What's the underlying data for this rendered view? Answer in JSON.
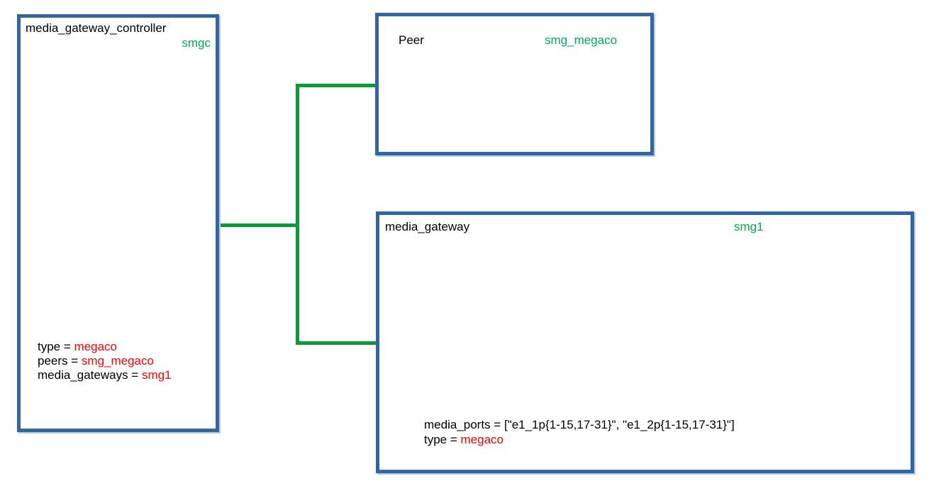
{
  "colors": {
    "box_border_blue": "#3465a0",
    "box_shadow_blue": "#b6cbe8",
    "connector_green": "#089c38",
    "instance_green": "#00ae50",
    "value_red": "#ff0000",
    "text_black": "#000000",
    "background": "#ffffff"
  },
  "mgc_box": {
    "title": "media_gateway_controller",
    "instance_label": "smgc",
    "properties": [
      {
        "key": "type = ",
        "value": "megaco"
      },
      {
        "key": "peers = ",
        "value": "smg_megaco"
      },
      {
        "key": "media_gateways = ",
        "value": "smg1"
      }
    ]
  },
  "peer_box": {
    "title": "Peer",
    "instance_label": "smg_megaco"
  },
  "mg_box": {
    "title": "media_gateway",
    "instance_label": "smg1",
    "properties": [
      {
        "key": "media_ports = ",
        "value": "[\"e1_1p{1-15,17-31}\", \"e1_2p{1-15,17-31}\"]"
      },
      {
        "key": "type = ",
        "value": "megaco"
      }
    ]
  }
}
